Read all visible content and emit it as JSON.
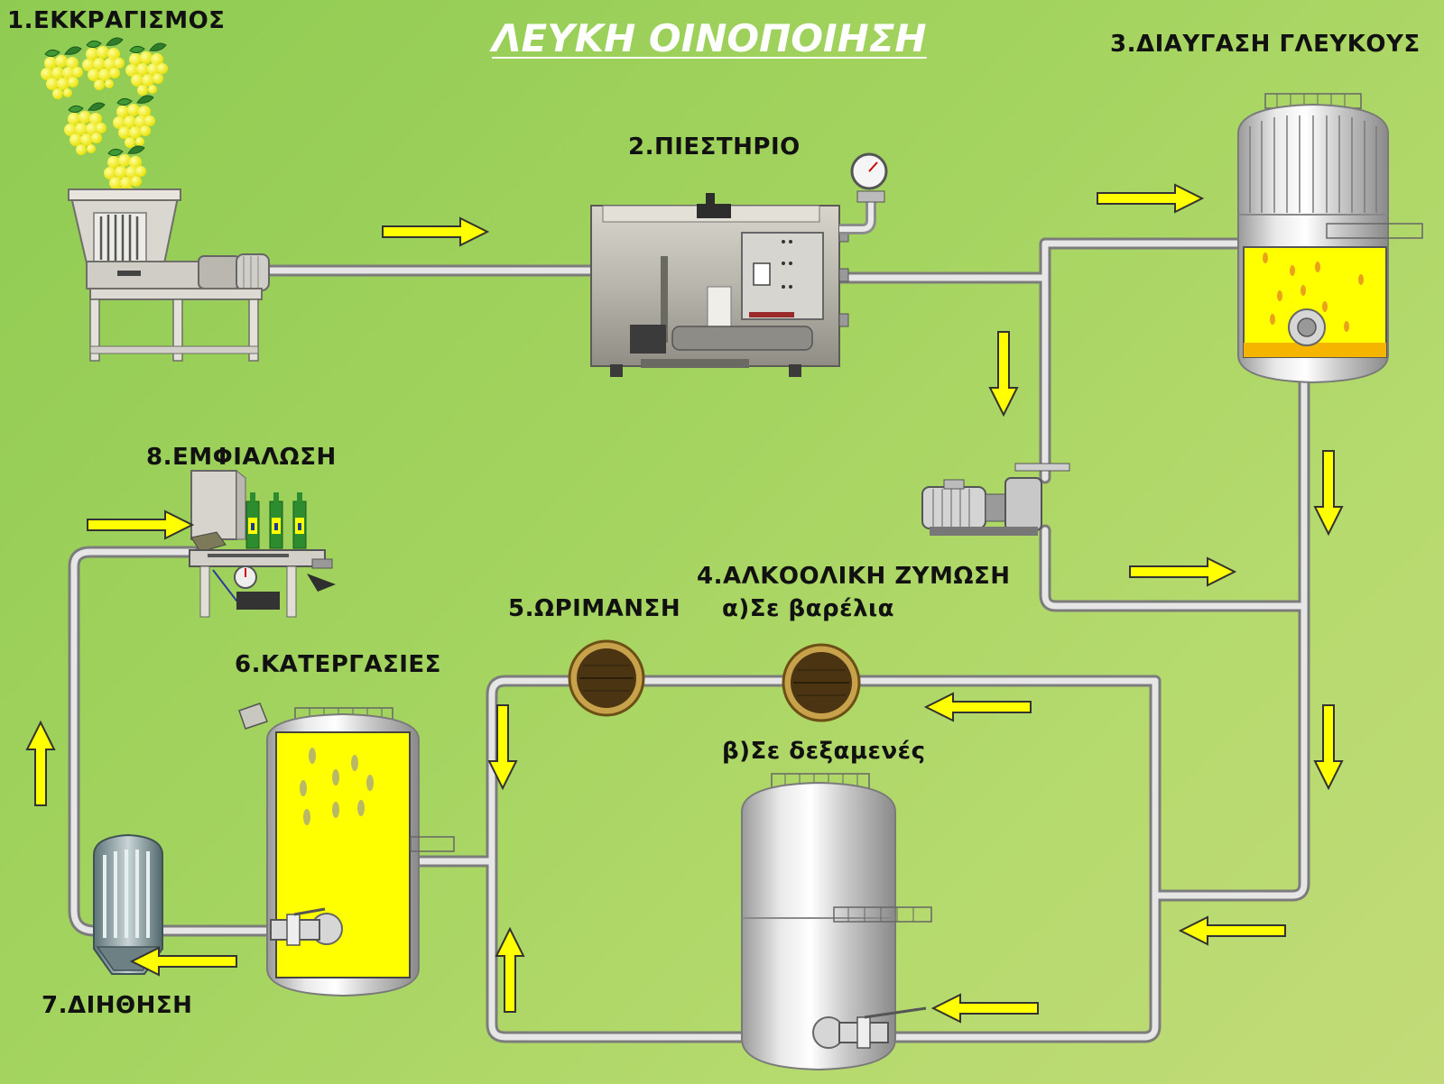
{
  "title": "ΛΕΥΚΗ ΟΙΝΟΠΟΙΗΣΗ",
  "steps": {
    "crushing": "1.ΕΚΚΡΑΓΙΣΜΟΣ",
    "press": "2.ΠΙΕΣΤΗΡΙΟ",
    "must_clarification": "3.ΔΙΑΥΓΑΣΗ ΓΛΕΥΚΟΥΣ",
    "fermentation": "4.ΑΛΚΟΟΛΙΚΗ ΖΥΜΩΣΗ",
    "fermentation_barrels": "α)Σε βαρέλια",
    "fermentation_tanks": "β)Σε δεξαμενές",
    "maturation": "5.ΩΡΙΜΑΝΣΗ",
    "treatments": "6.ΚΑΤΕΡΓΑΣΙΕΣ",
    "filtration": "7.ΔΙΗΘΗΣΗ",
    "bottling": "8.ΕΜΦΙΑΛΩΣΗ"
  },
  "colors": {
    "background": "#9fd25a",
    "arrow": "#ffff00",
    "pipe": "#c9c9c9",
    "liquid": "#ffff00",
    "barrel": "#4a3412",
    "title": "#ffffff",
    "label": "#111111"
  },
  "icons": [
    "grape-bunch-icon",
    "crusher-icon",
    "press-icon",
    "pressure-gauge-icon",
    "pump-icon",
    "tank-icon",
    "barrel-icon",
    "filter-icon",
    "bottling-machine-icon",
    "valve-icon",
    "flow-arrow-icon"
  ]
}
